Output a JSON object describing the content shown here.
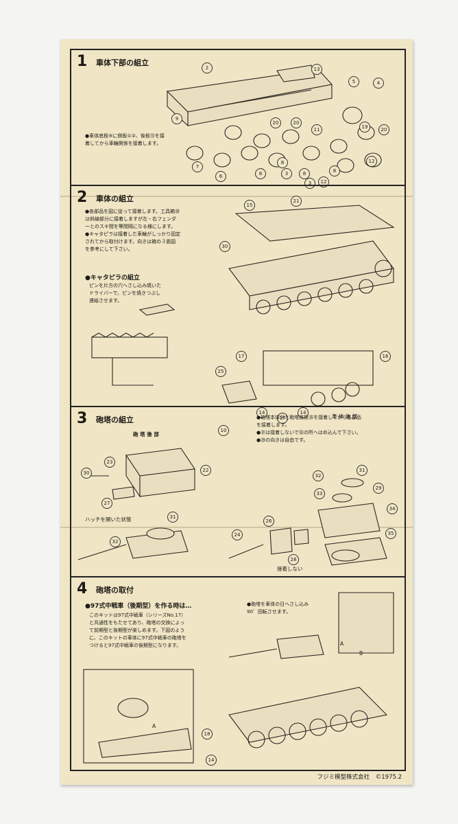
{
  "sections": [
    {
      "num": "1",
      "title": "車体下部の組立",
      "note": "●車体底板⑨に側板①②、後板⑬を接\n 着してから車輪関係を接着します。",
      "parts": [
        "2",
        "13",
        "5",
        "4",
        "9",
        "20",
        "20",
        "11",
        "19",
        "20",
        "3",
        "7",
        "8",
        "8",
        "6",
        "8",
        "8",
        "3",
        "12",
        "12"
      ]
    },
    {
      "num": "2",
      "title": "車体の組立",
      "note": "●各部品を図に従って接着します。工具箱⑳\n は斜線部分に接着しますが左・右フェンダ\n ーとのスキ間を等間隔になる様にします。\n●キャタピラは接着した車輪がしっかり固定\n されてから取付けます。向きは箱の３面図\n を参考にして下さい。",
      "track_title": "●キャタピラの組立",
      "track_note": "ピンを片方の穴へさし込み焼いた\nドライバーで、ピンを焼きつぶし\n連結させます。",
      "rear_label": "車 体 後 部",
      "parts": [
        "15",
        "21",
        "30",
        "17",
        "25",
        "16",
        "14",
        "17",
        "14",
        "10"
      ]
    },
    {
      "num": "3",
      "title": "砲塔の組立",
      "note": "●砲塔本体㉞と砲塔底板㉟を接着してから各部品\n を接着します。\n●㉛は接着しないで㉜の所へはめ込んで下さい。\n●㉙の向きは自由です。",
      "turret_rear": "砲 塔 後 部",
      "hatch_open": "ハッチを開いた状態",
      "no_glue": "接着しない",
      "parts": [
        "30",
        "23",
        "22",
        "27",
        "32",
        "31",
        "33",
        "29",
        "34",
        "31",
        "32",
        "26",
        "24",
        "28",
        "35"
      ]
    },
    {
      "num": "4",
      "title": "砲塔の取付",
      "sub_title": "●97式中戦車（後期型）を作る時は…",
      "sub_note": "このキットは97式中戦車（シリーズNo.17）\nと共通性をもたせてあり、砲塔の交換によっ\nて前期型と後期型が楽しめます。下図のよう\nに、このキットの車体に97式中戦車の砲塔を\nつけると97式中戦車の後期型になります。",
      "right_note": "●砲塔を車体の日へさし込み\n 90゜回転させます。",
      "letters": [
        "A",
        "B",
        "A"
      ],
      "parts": [
        "18",
        "14"
      ]
    }
  ],
  "footer": {
    "company": "フジミ模型株式会社",
    "copyright": "©1975.2"
  }
}
